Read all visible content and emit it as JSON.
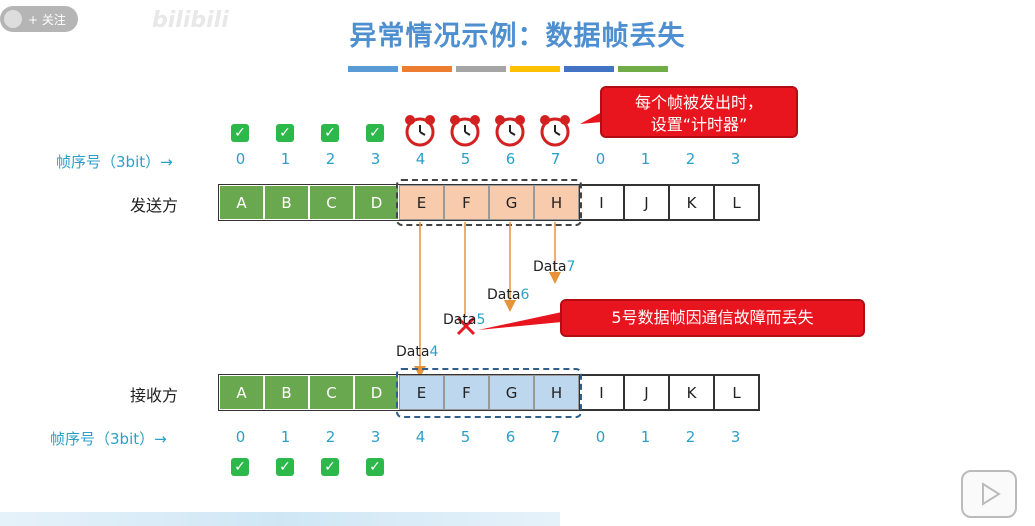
{
  "overlay": {
    "follow_label": "+ 关注",
    "watermark": "bilibili"
  },
  "title": "异常情况示例：数据帧丢失",
  "color_bars": [
    "#5b9bd5",
    "#ed7d31",
    "#a5a5a5",
    "#ffc000",
    "#4472c4",
    "#70ad47"
  ],
  "sender": {
    "label": "发送方"
  },
  "receiver": {
    "label": "接收方"
  },
  "seq_label": "帧序号（3bit）→",
  "seq_numbers": [
    "0",
    "1",
    "2",
    "3",
    "4",
    "5",
    "6",
    "7",
    "0",
    "1",
    "2",
    "3"
  ],
  "frames": [
    "A",
    "B",
    "C",
    "D",
    "E",
    "F",
    "G",
    "H",
    "I",
    "J",
    "K",
    "L"
  ],
  "callout_timer": {
    "line1": "每个帧被发出时，",
    "line2": "设置“计时器”"
  },
  "callout_loss": "5号数据帧因通信故障而丢失",
  "data_labels": [
    {
      "prefix": "Data",
      "num": "4"
    },
    {
      "prefix": "Data",
      "num": "5"
    },
    {
      "prefix": "Data",
      "num": "6"
    },
    {
      "prefix": "Data",
      "num": "7"
    }
  ],
  "icons": {
    "check": "check-icon",
    "timer": "alarm-clock-icon",
    "lost": "red-x-icon",
    "play": "play-icon"
  }
}
